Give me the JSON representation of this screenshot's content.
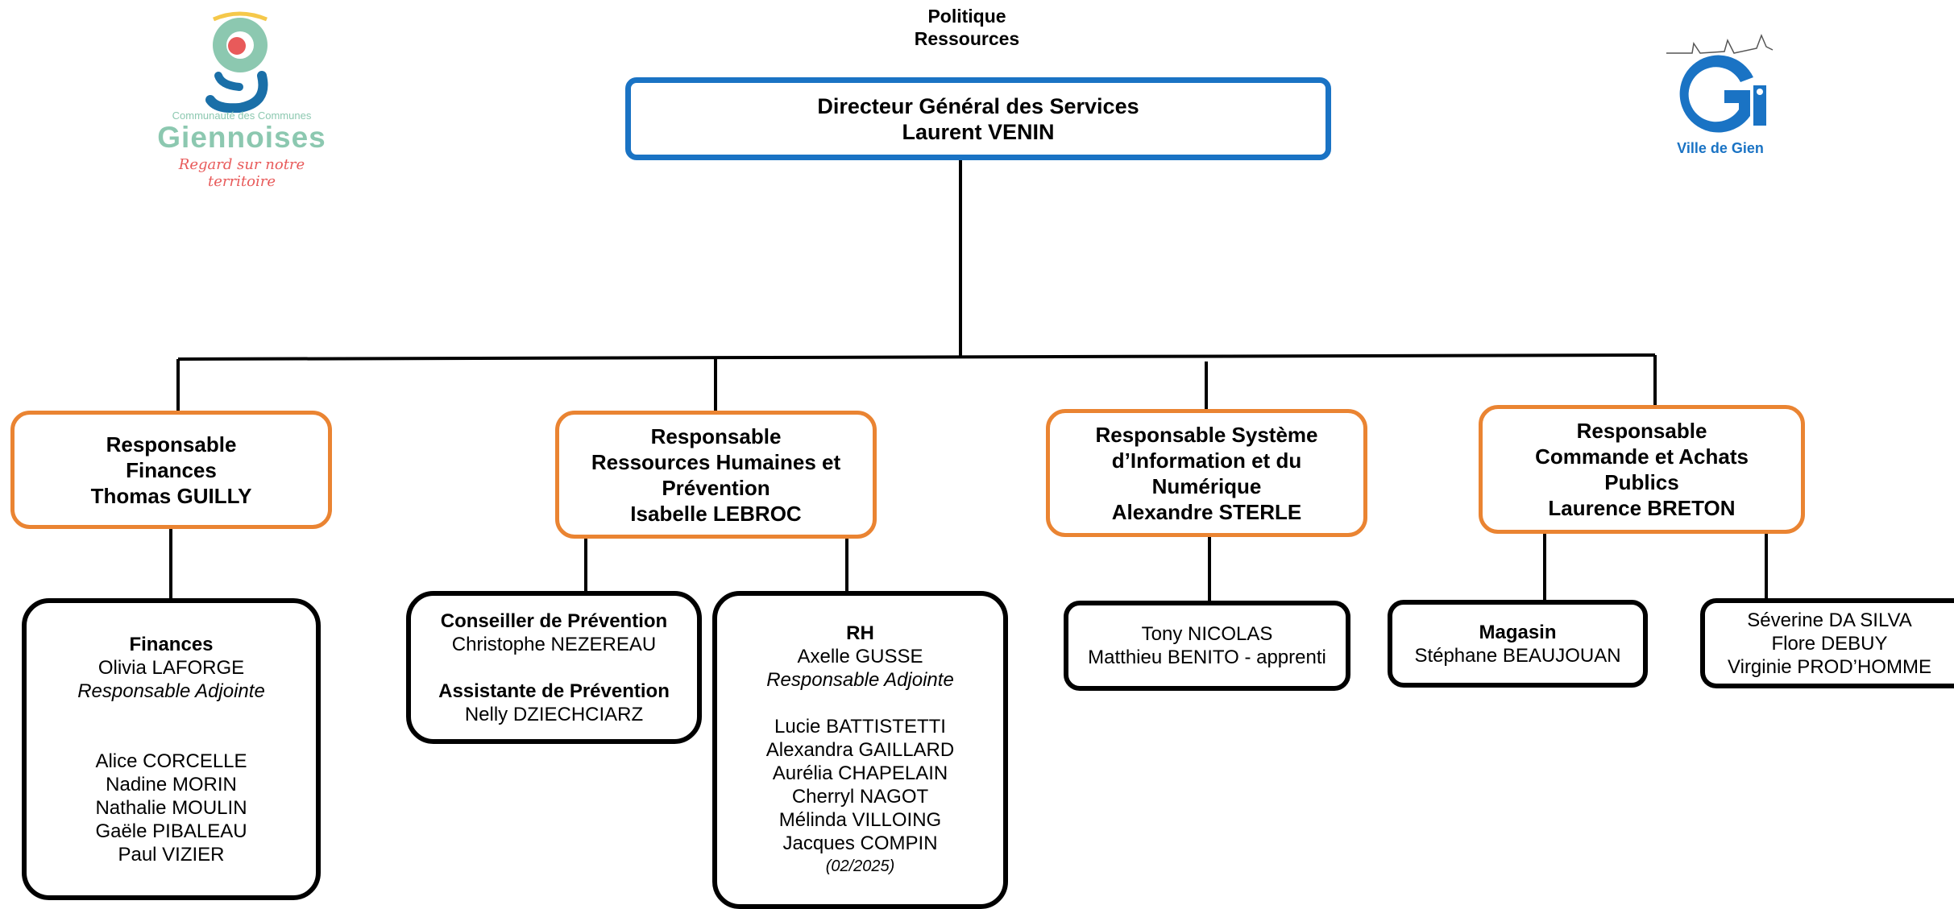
{
  "header": {
    "line1": "Politique",
    "line2": "Ressources"
  },
  "logos": {
    "left": {
      "line1": "Communauté des Communes",
      "line2": "Giennoises",
      "tagline": "Regard sur notre territoire",
      "colors": {
        "teal": "#8cc8b0",
        "coral": "#e85a5a",
        "blue": "#1a6fa8",
        "sun": "#f5c84a"
      }
    },
    "right": {
      "letter": "G",
      "caption": "Ville de Gien",
      "color": "#1a73c4"
    }
  },
  "director": {
    "title": "Directeur Général des Services",
    "name": "Laurent VENIN"
  },
  "managers": {
    "finances": {
      "l1": "Responsable",
      "l2": "Finances",
      "name": "Thomas GUILLY"
    },
    "rh": {
      "l1": "Responsable",
      "l2": "Ressources Humaines et",
      "l3": "Prévention",
      "name": "Isabelle LEBROC"
    },
    "si": {
      "l1": "Responsable Système",
      "l2": "d’Information et du",
      "l3": "Numérique",
      "name": "Alexandre STERLE"
    },
    "achats": {
      "l1": "Responsable",
      "l2": "Commande et Achats",
      "l3": "Publics",
      "name": "Laurence BRETON"
    }
  },
  "teams": {
    "finances": {
      "title": "Finances",
      "lead": "Olivia LAFORGE",
      "lead_role": "Responsable Adjointe",
      "members": [
        "Alice CORCELLE",
        "Nadine MORIN",
        "Nathalie MOULIN",
        "Gaële PIBALEAU",
        "Paul VIZIER"
      ]
    },
    "prevention": {
      "title1": "Conseiller de Prévention",
      "name1": "Christophe NEZEREAU",
      "title2": "Assistante de Prévention",
      "name2": "Nelly DZIECHCIARZ"
    },
    "rh": {
      "title": "RH",
      "lead": "Axelle GUSSE",
      "lead_role": "Responsable Adjointe",
      "members": [
        "Lucie BATTISTETTI",
        "Alexandra GAILLARD",
        "Aurélia CHAPELAIN",
        "Cherryl NAGOT",
        "Mélinda VILLOING",
        "Jacques COMPIN"
      ],
      "note": "(02/2025)"
    },
    "si": {
      "members": [
        "Tony NICOLAS",
        "Matthieu BENITO - apprenti"
      ]
    },
    "magasin": {
      "title": "Magasin",
      "name": "Stéphane BEAUJOUAN"
    },
    "achats": {
      "members": [
        "Séverine DA SILVA",
        "Flore DEBUY",
        "Virginie PROD’HOMME"
      ]
    }
  }
}
